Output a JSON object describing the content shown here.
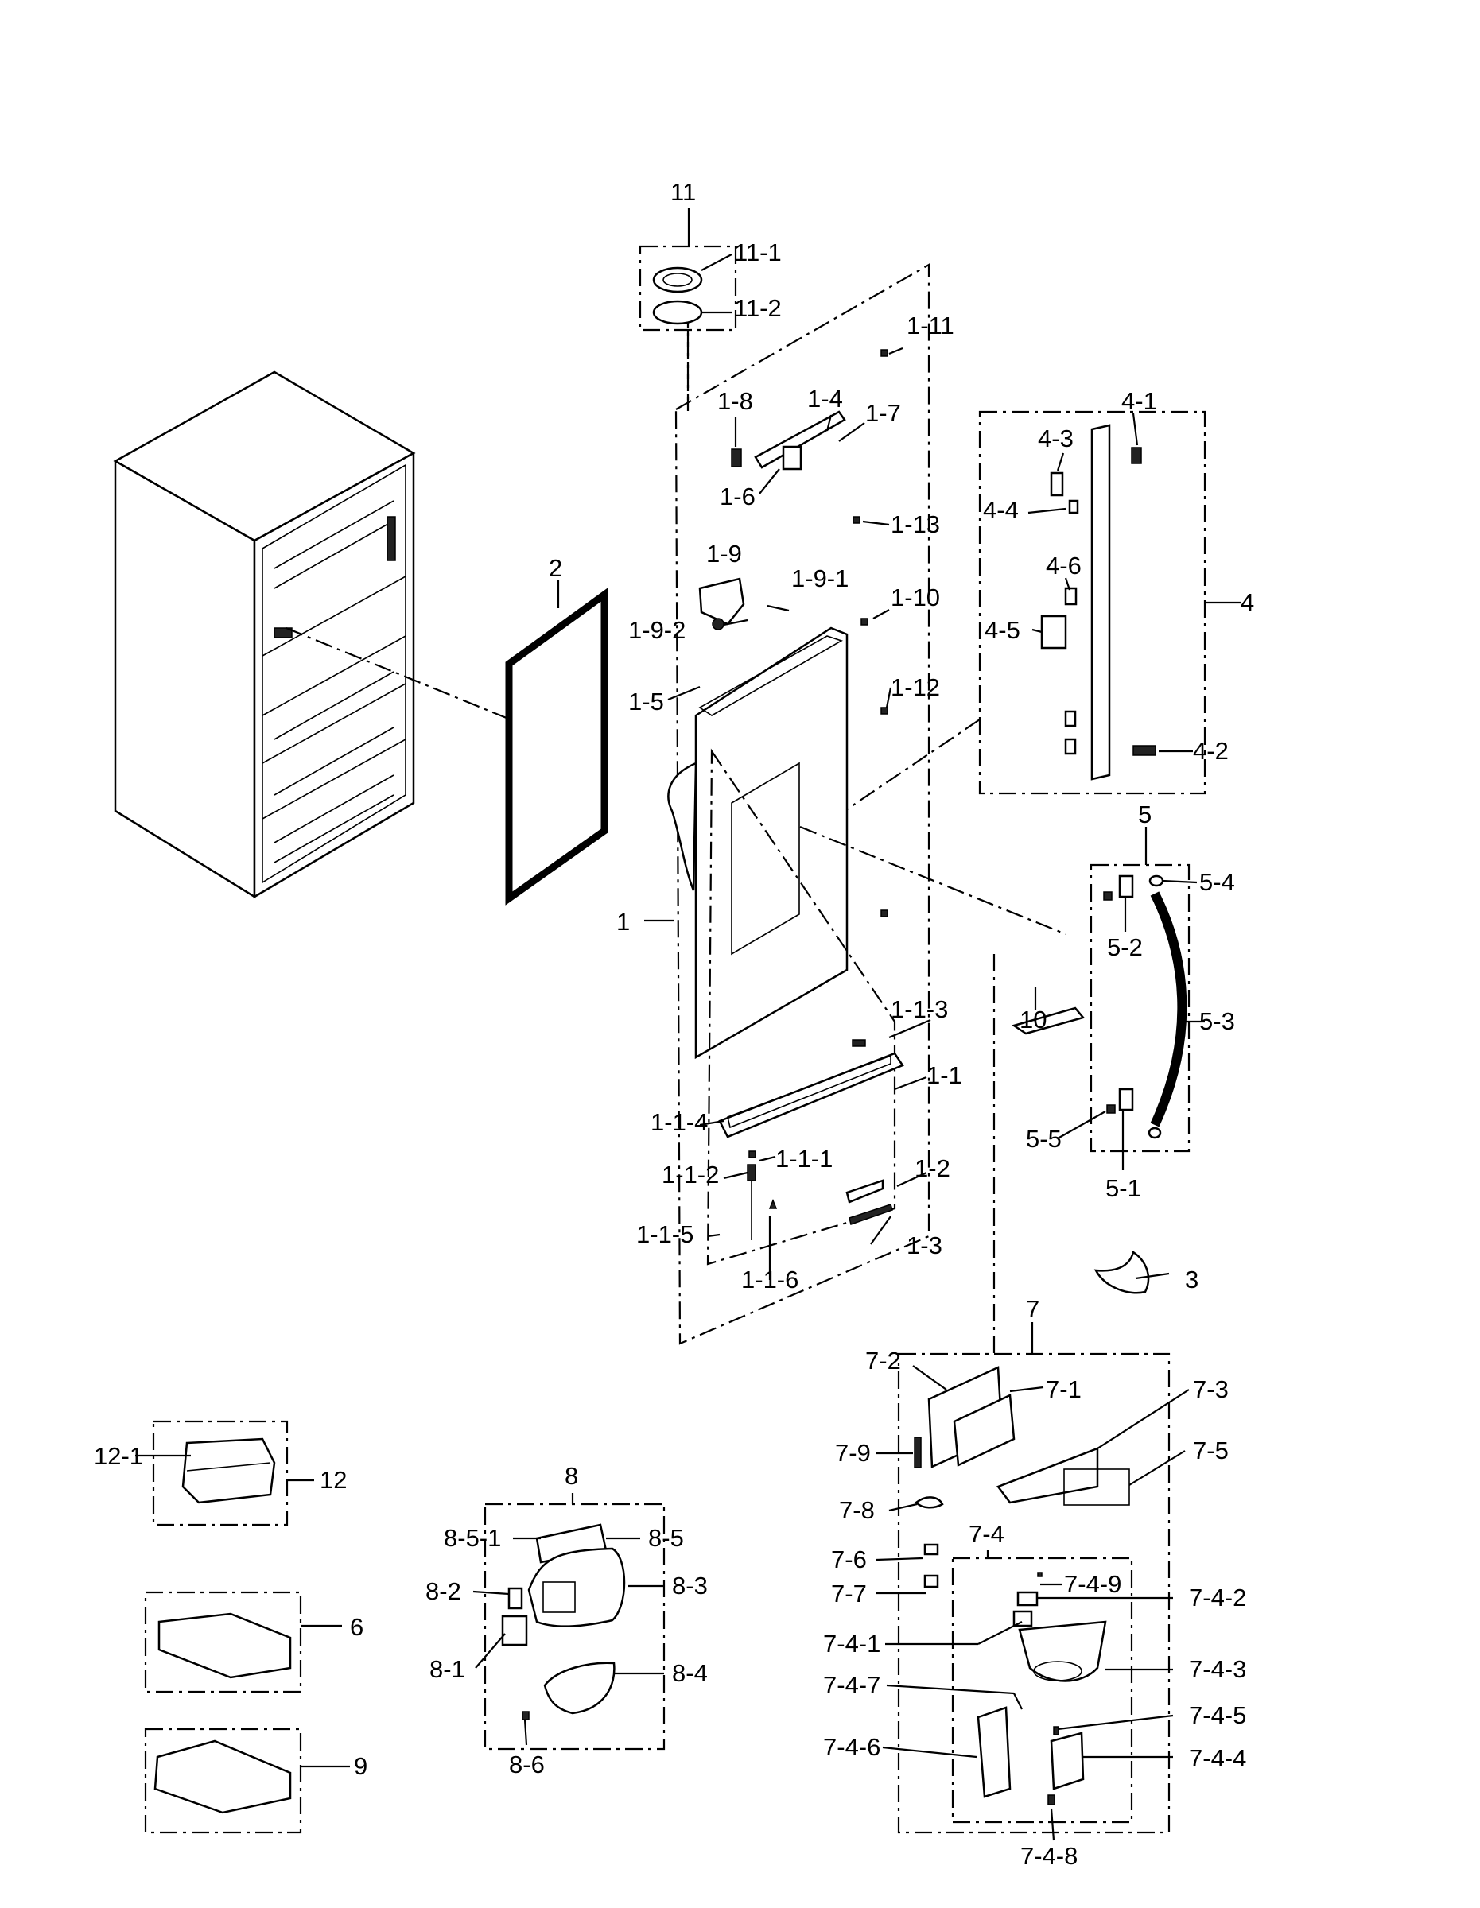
{
  "labels": {
    "l11": "11",
    "l11_1": "11-1",
    "l11_2": "11-2",
    "l1_11": "1-11",
    "l1_4": "1-4",
    "l1_8": "1-8",
    "l1_7": "1-7",
    "l1_6": "1-6",
    "l1_13": "1-13",
    "l1_9": "1-9",
    "l1_9_1": "1-9-1",
    "l1_9_2": "1-9-2",
    "l1_10": "1-10",
    "l1_5": "1-5",
    "l1_12": "1-12",
    "l1": "1",
    "l2": "2",
    "l1_1_3": "1-1-3",
    "l1_1": "1-1",
    "l1_1_4": "1-1-4",
    "l1_1_1": "1-1-1",
    "l1_1_2": "1-1-2",
    "l1_2": "1-2",
    "l1_1_5": "1-1-5",
    "l1_3": "1-3",
    "l1_1_6": "1-1-6",
    "l4_1": "4-1",
    "l4_3": "4-3",
    "l4_4": "4-4",
    "l4_6": "4-6",
    "l4": "4",
    "l4_5": "4-5",
    "l4_2": "4-2",
    "l5": "5",
    "l5_4": "5-4",
    "l5_2": "5-2",
    "l5_3": "5-3",
    "l5_5": "5-5",
    "l5_1": "5-1",
    "l10": "10",
    "l3": "3",
    "l7": "7",
    "l7_2": "7-2",
    "l7_1": "7-1",
    "l7_3": "7-3",
    "l7_9": "7-9",
    "l7_5": "7-5",
    "l7_8": "7-8",
    "l7_4": "7-4",
    "l7_6": "7-6",
    "l7_4_9": "7-4-9",
    "l7_4_2": "7-4-2",
    "l7_7": "7-7",
    "l7_4_1": "7-4-1",
    "l7_4_3": "7-4-3",
    "l7_4_7": "7-4-7",
    "l7_4_5": "7-4-5",
    "l7_4_6": "7-4-6",
    "l7_4_4": "7-4-4",
    "l7_4_8": "7-4-8",
    "l12_1": "12-1",
    "l12": "12",
    "l6": "6",
    "l9": "9",
    "l8": "8",
    "l8_5_1": "8-5-1",
    "l8_5": "8-5",
    "l8_2": "8-2",
    "l8_3": "8-3",
    "l8_1": "8-1",
    "l8_4": "8-4",
    "l8_6": "8-6"
  }
}
